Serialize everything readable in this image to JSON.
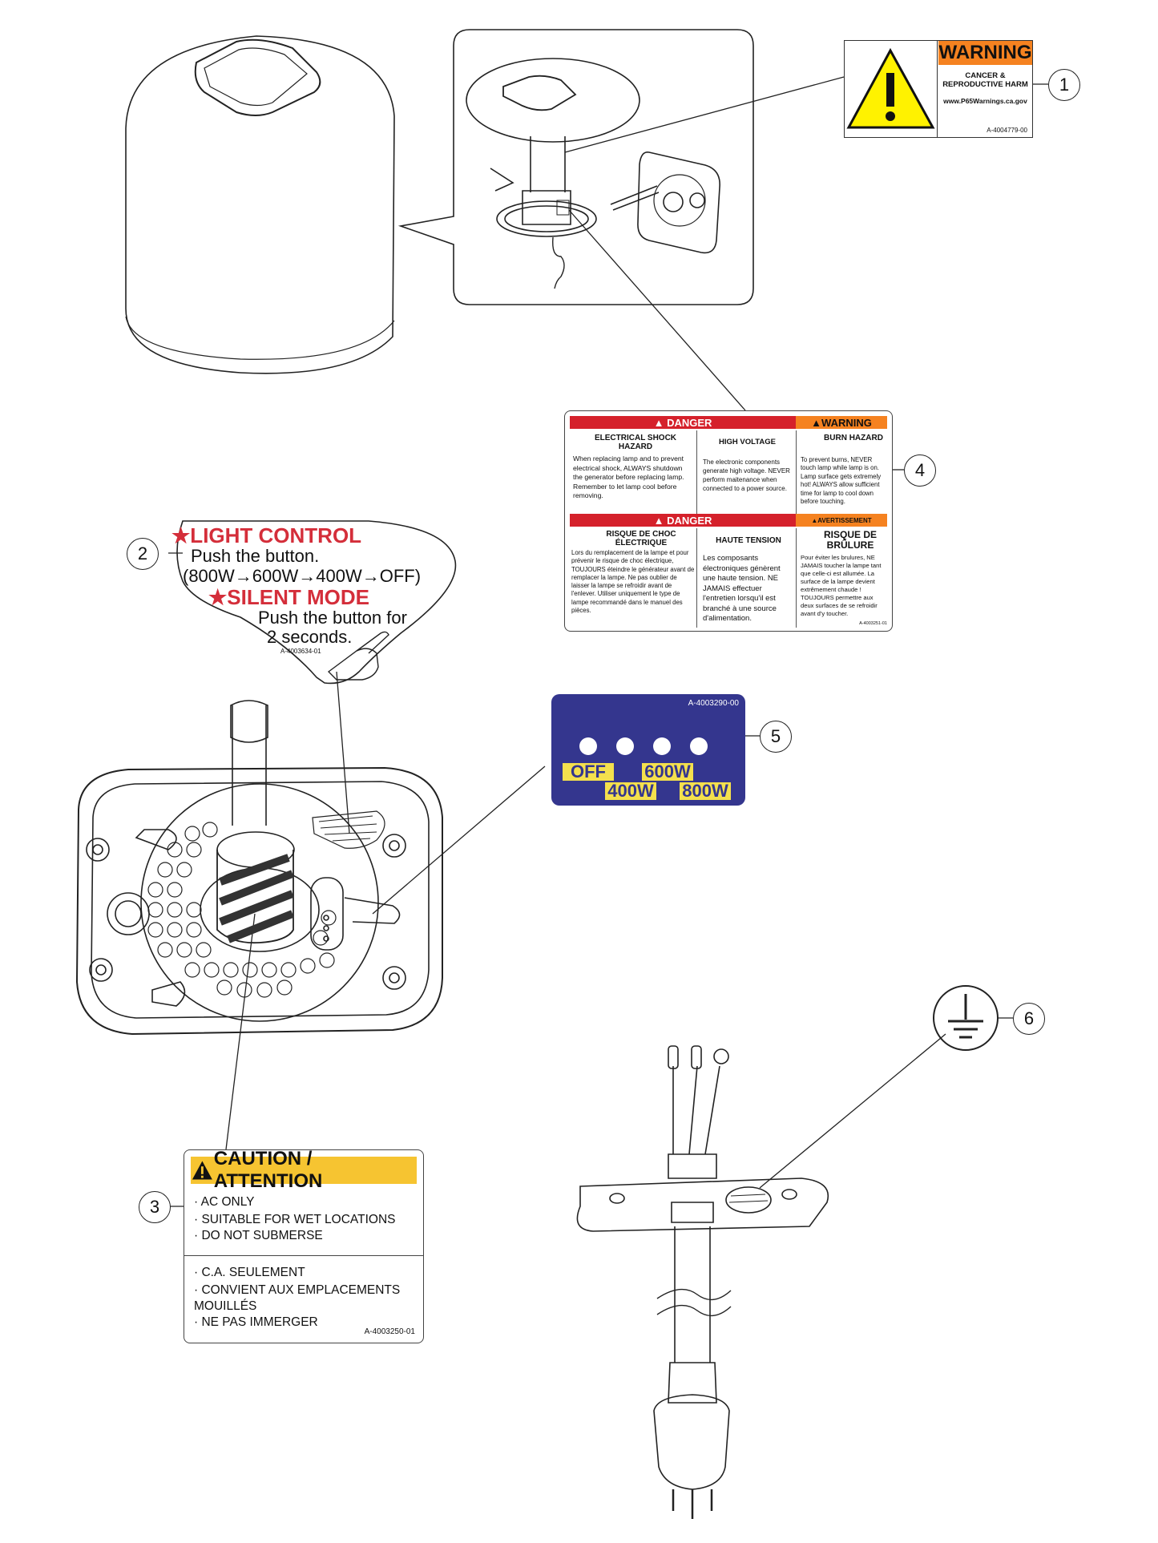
{
  "callouts": [
    "1",
    "2",
    "3",
    "4",
    "5",
    "6"
  ],
  "label_1": {
    "header": "WARNING",
    "line1": "CANCER &",
    "line2": "REPRODUCTIVE HARM",
    "url": "www.P65Warnings.ca.gov",
    "code": "A-4004779-00"
  },
  "label_2": {
    "title1": "★LIGHT CONTROL",
    "line1": "Push the button.",
    "sequence": "(800W→600W→400W→OFF)",
    "title2": "★SILENT MODE",
    "line2": "Push the button for",
    "line3": "2 seconds.",
    "code": "A-4003634-01"
  },
  "label_3": {
    "header": "CAUTION / ATTENTION",
    "english": [
      "· AC ONLY",
      "· SUITABLE FOR WET LOCATIONS",
      "· DO NOT SUBMERSE"
    ],
    "french": [
      "· C.A. SEULEMENT",
      "· CONVIENT AUX EMPLACEMENTS",
      "MOUILLÉS",
      "· NE PAS IMMERGER"
    ],
    "code": "A-4003250-01"
  },
  "label_4": {
    "danger_en": "DANGER",
    "warning_en": "WARNING",
    "danger_fr": "DANGER",
    "avert_fr": "AVERTISSEMENT",
    "col1_title_en": "ELECTRICAL SHOCK HAZARD",
    "col1_text_en": "When replacing lamp and to prevent electrical shock, ALWAYS shutdown the generator before replacing lamp. Remember to let lamp cool before removing.",
    "col2_title_en": "HIGH VOLTAGE",
    "col2_text_en": "The electronic components generate high voltage. NEVER perform maitenance when connected to a power source.",
    "col3_title_en": "BURN HAZARD",
    "col3_text_en": "To prevent burns, NEVER touch lamp while lamp is on. Lamp surface gets extremely hot! ALWAYS allow sufficient time for lamp to cool down before touching.",
    "col1_title_fr": "RISQUE DE CHOC ÉLECTRIQUE",
    "col1_text_fr": "Lors du remplacement de la lampe et pour prévenir le risque de choc électrique, TOUJOURS éteindre le générateur avant de remplacer la lampe. Ne pas oublier de laisser la lampe se refroidir avant de l'enlever. Utiliser uniquement le type de lampe recommandé dans le manuel des pièces.",
    "col2_title_fr": "HAUTE TENSION",
    "col2_text_fr": "Les composants électroniques génèrent une haute tension. NE JAMAIS effectuer l'entretien lorsqu'il est branché à une source d'alimentation.",
    "col3_title_fr": "RISQUE DE BRÛLURE",
    "col3_text_fr": "Pour éviter les brulures, NE JAMAIS toucher la lampe tant que celle-ci est allumée. La surface de la lampe devient extrêmement chaude ! TOUJOURS permettre aux deux surfaces de se refroidir avant d'y toucher.",
    "code": "A-4003251-01"
  },
  "label_5": {
    "code": "A-4003290-00",
    "off": "OFF",
    "w400": "400W",
    "w600": "600W",
    "w800": "800W"
  },
  "icons": [
    "warning-triangle-icon",
    "ground-symbol-icon",
    "electrical-shock-icon",
    "high-voltage-icon",
    "burn-hand-icon",
    "pointing-hand-icon"
  ],
  "colors": {
    "warning_orange": "#f58220",
    "danger_red": "#d5212b",
    "caution_yellow": "#f6c431",
    "triangle_yellow": "#fff200",
    "label5_blue": "#34368e",
    "label5_yellow": "#f4e04d",
    "label2_red": "#d42e3a"
  }
}
